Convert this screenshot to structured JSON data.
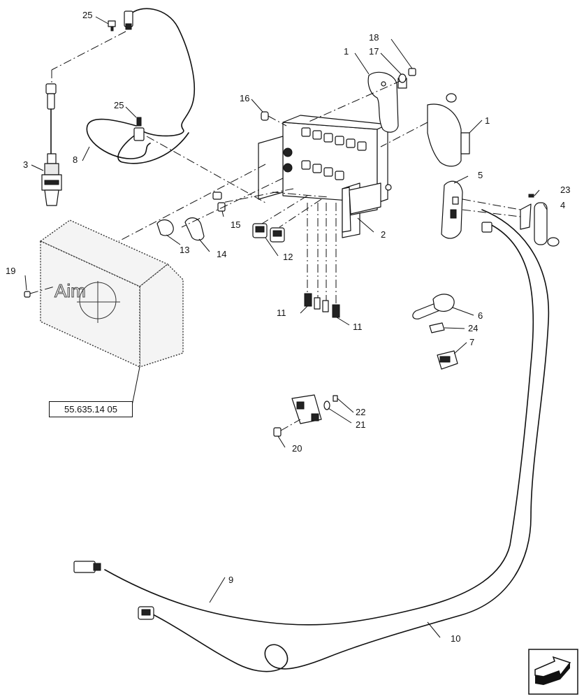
{
  "callouts": {
    "c1a": "1",
    "c1b": "1",
    "c2": "2",
    "c3": "3",
    "c4": "4",
    "c5": "5",
    "c6": "6",
    "c7": "7",
    "c8": "8",
    "c9": "9",
    "c10": "10",
    "c11a": "11",
    "c11b": "11",
    "c12": "12",
    "c13": "13",
    "c14": "14",
    "c15": "15",
    "c16": "16",
    "c17": "17",
    "c18": "18",
    "c19": "19",
    "c20": "20",
    "c21": "21",
    "c22": "22",
    "c23": "23",
    "c24": "24",
    "c25a": "25",
    "c25b": "25"
  },
  "reference": "55.635.14 05",
  "logo_text": "Aim"
}
